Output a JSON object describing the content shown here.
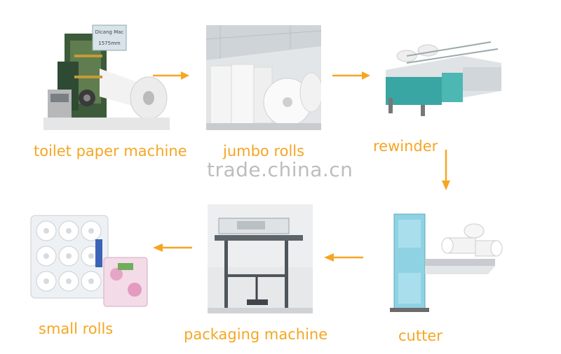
{
  "stages": [
    {
      "label": "toilet paper machine"
    },
    {
      "label": "jumbo rolls"
    },
    {
      "label": "rewinder"
    },
    {
      "label": "cutter"
    },
    {
      "label": "packaging machine"
    },
    {
      "label": "small rolls"
    }
  ],
  "machine_plate": {
    "line1": "Dicang Mac",
    "line2": "1575mm"
  },
  "watermark": "trade.china.cn",
  "colors": {
    "accent": "#f5a623",
    "watermark": "#bdbdbd"
  }
}
